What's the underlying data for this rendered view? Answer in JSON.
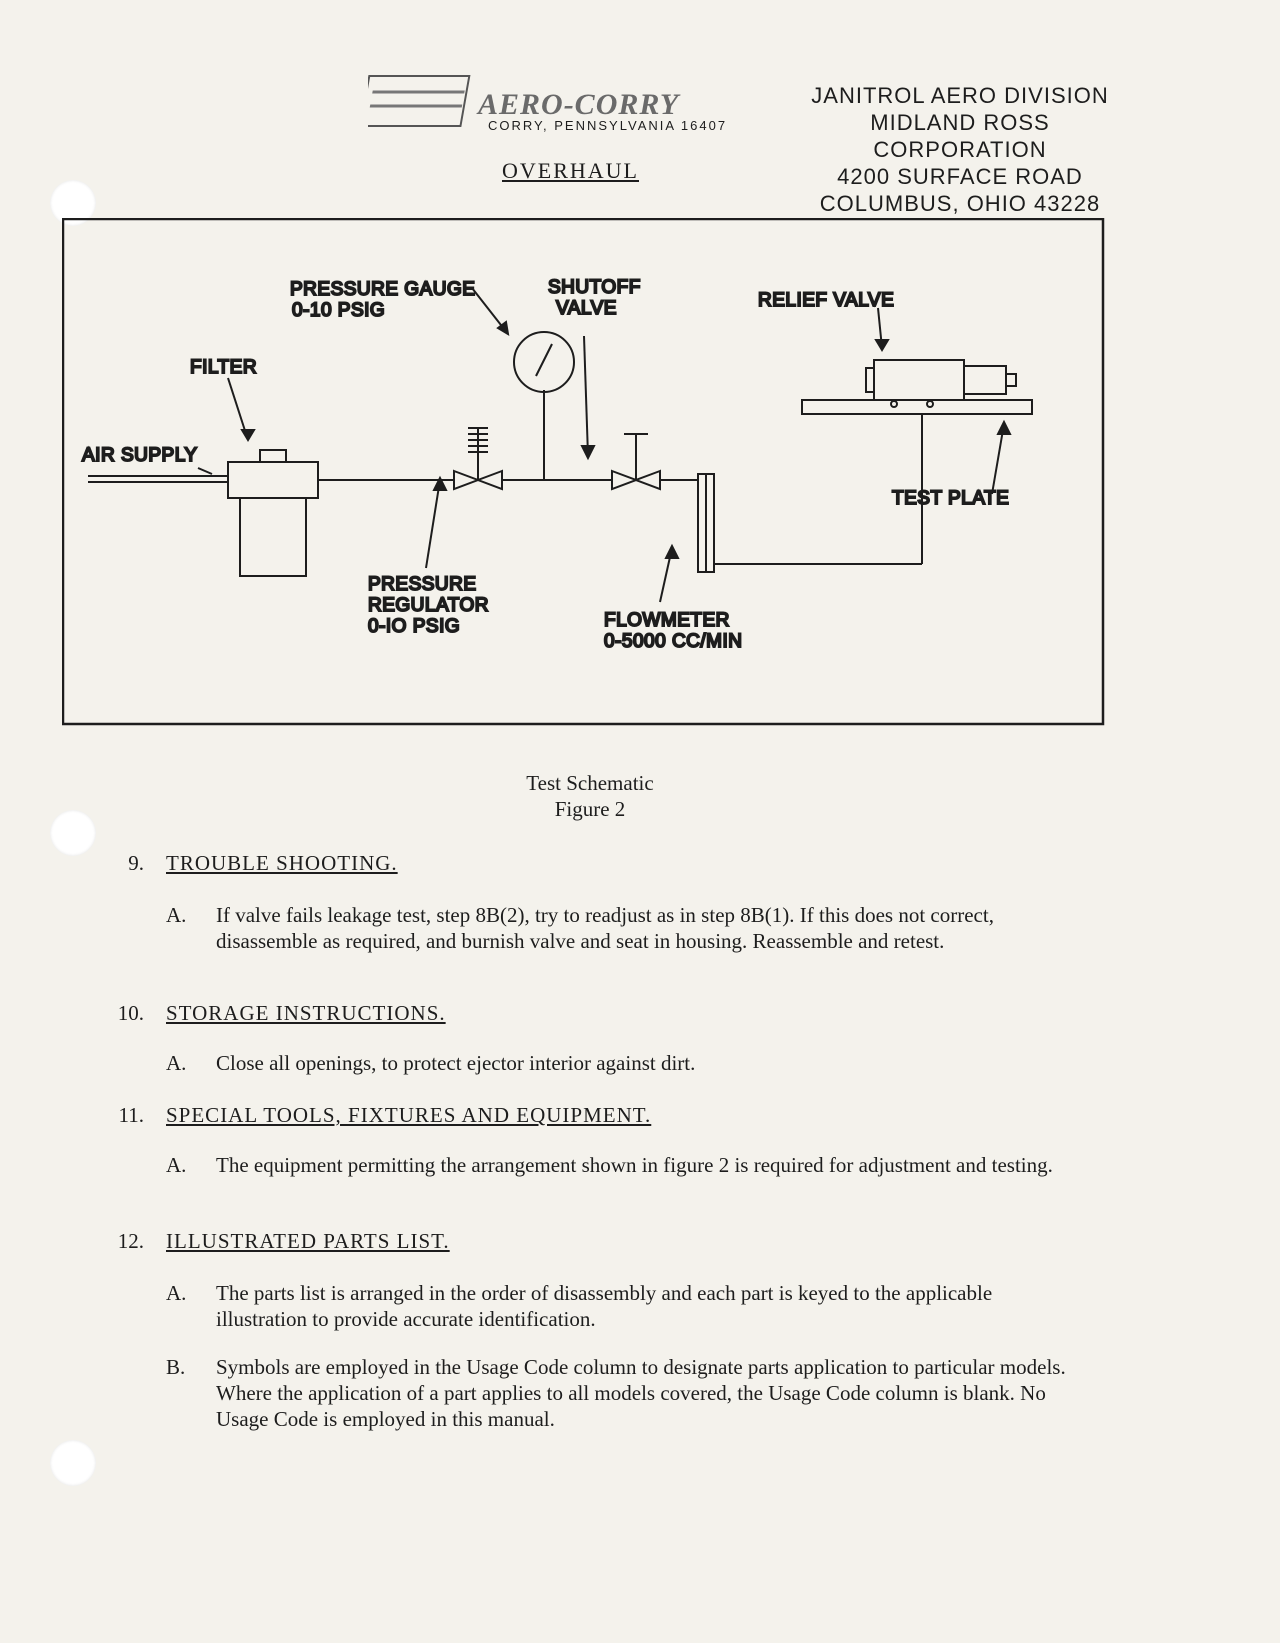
{
  "header": {
    "logo_name": "AERO-CORRY",
    "logo_location": "CORRY, PENNSYLVANIA 16407",
    "section_label": "OVERHAUL",
    "janitrol_lines": [
      "JANITROL AERO DIVISION",
      "MIDLAND ROSS CORPORATION",
      "4200 SURFACE ROAD",
      "COLUMBUS, OHIO 43228"
    ]
  },
  "schematic": {
    "labels": {
      "air_supply": "AIR SUPPLY",
      "filter": "FILTER",
      "pressure_gauge_1": "PRESSURE GAUGE",
      "pressure_gauge_2": "0-10 PSIG",
      "shutoff_valve_1": "SHUTOFF",
      "shutoff_valve_2": "VALVE",
      "relief_valve": "RELIEF VALVE",
      "test_plate": "TEST PLATE",
      "regulator_1": "PRESSURE",
      "regulator_2": "REGULATOR",
      "regulator_3": "0-IO PSIG",
      "flowmeter_1": "FLOWMETER",
      "flowmeter_2": "0-5000 CC/MIN"
    }
  },
  "figure": {
    "title": "Test Schematic",
    "number": "Figure 2"
  },
  "sections": [
    {
      "number": "9.",
      "heading": "TROUBLE SHOOTING.",
      "paragraphs": [
        {
          "letter": "A.",
          "text": "If valve fails leakage test, step 8B(2), try to readjust as in step 8B(1). If this does not correct, disassemble as required, and burnish valve and seat in housing. Reassemble and retest."
        }
      ]
    },
    {
      "number": "10.",
      "heading": "STORAGE INSTRUCTIONS.",
      "paragraphs": [
        {
          "letter": "A.",
          "text": "Close all openings, to protect ejector interior against dirt."
        }
      ]
    },
    {
      "number": "11.",
      "heading": "SPECIAL TOOLS, FIXTURES AND EQUIPMENT.",
      "paragraphs": [
        {
          "letter": "A.",
          "text": "The equipment permitting the arrangement shown in figure 2 is required for adjustment and testing."
        }
      ]
    },
    {
      "number": "12.",
      "heading": "ILLUSTRATED PARTS LIST.",
      "paragraphs": [
        {
          "letter": "A.",
          "text": "The parts list is arranged in the order of disassembly and each part is keyed to the applicable illustration to provide accurate identification."
        },
        {
          "letter": "B.",
          "text": "Symbols are employed in the Usage Code column to designate parts application to particular models. Where the application of a part applies to all models covered, the Usage Code column is blank. No Usage Code is employed in this manual."
        }
      ]
    }
  ]
}
